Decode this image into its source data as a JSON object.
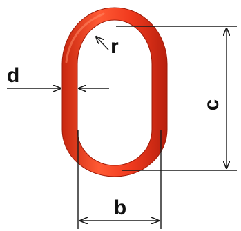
{
  "diagram": {
    "labels": {
      "radius": "r",
      "diameter": "d",
      "height": "c",
      "width": "b"
    },
    "colors": {
      "link_fill": "#f03a1e",
      "link_highlight": "#ff7a55",
      "link_shadow": "#b8200e",
      "dimension_line": "#1a1a1a"
    }
  }
}
